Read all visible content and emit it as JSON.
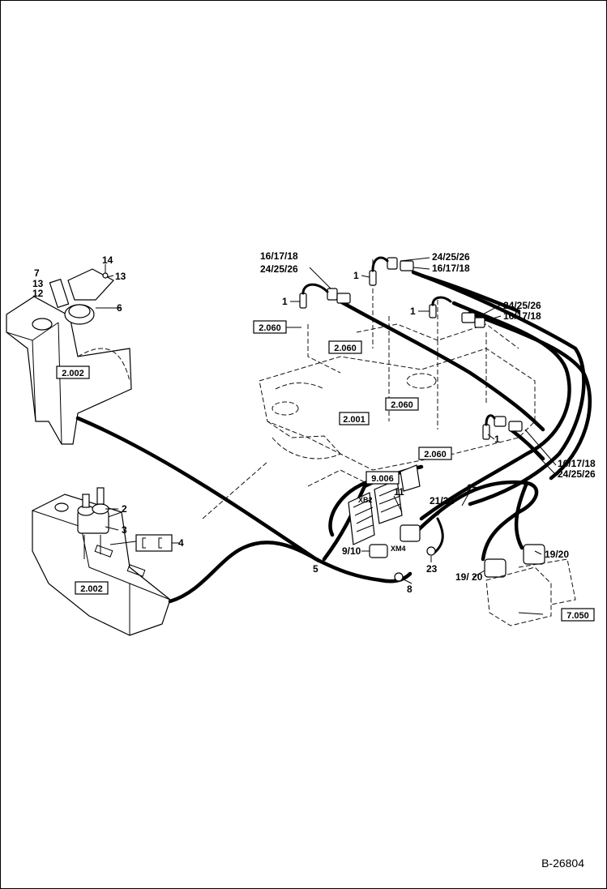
{
  "document_number": "B-26804",
  "ref_boxes": {
    "r1": "2.060",
    "r2": "2.060",
    "r3": "2.060",
    "r4": "2.060",
    "r5": "2.002",
    "r6": "2.002",
    "r7": "2.001",
    "r8": "9.006",
    "r9": "7.050"
  },
  "callouts": {
    "c16a": "16/17/18",
    "c24a": "24/25/26",
    "c24b": "24/25/26",
    "c16b": "16/17/18",
    "c24c": "24/25/26",
    "c16c": "16/17/18",
    "c16d": "16/17/18",
    "c24d": "24/25/26",
    "c1a": "1",
    "c1b": "1",
    "c1c": "1",
    "c1d": "1",
    "c14": "14",
    "c13a": "13",
    "c13b": "13",
    "c12": "12",
    "c7": "7",
    "c6": "6",
    "c2": "2",
    "c3": "3",
    "c4": "4",
    "c5": "5",
    "c8": "8",
    "c11": "11",
    "c15": "15",
    "c2122": "21/22",
    "c910": "9/10",
    "c23": "23",
    "c1920a": "19/20",
    "c1920b": "19/ 20",
    "xb2": "XB2",
    "xm4": "XM4"
  }
}
